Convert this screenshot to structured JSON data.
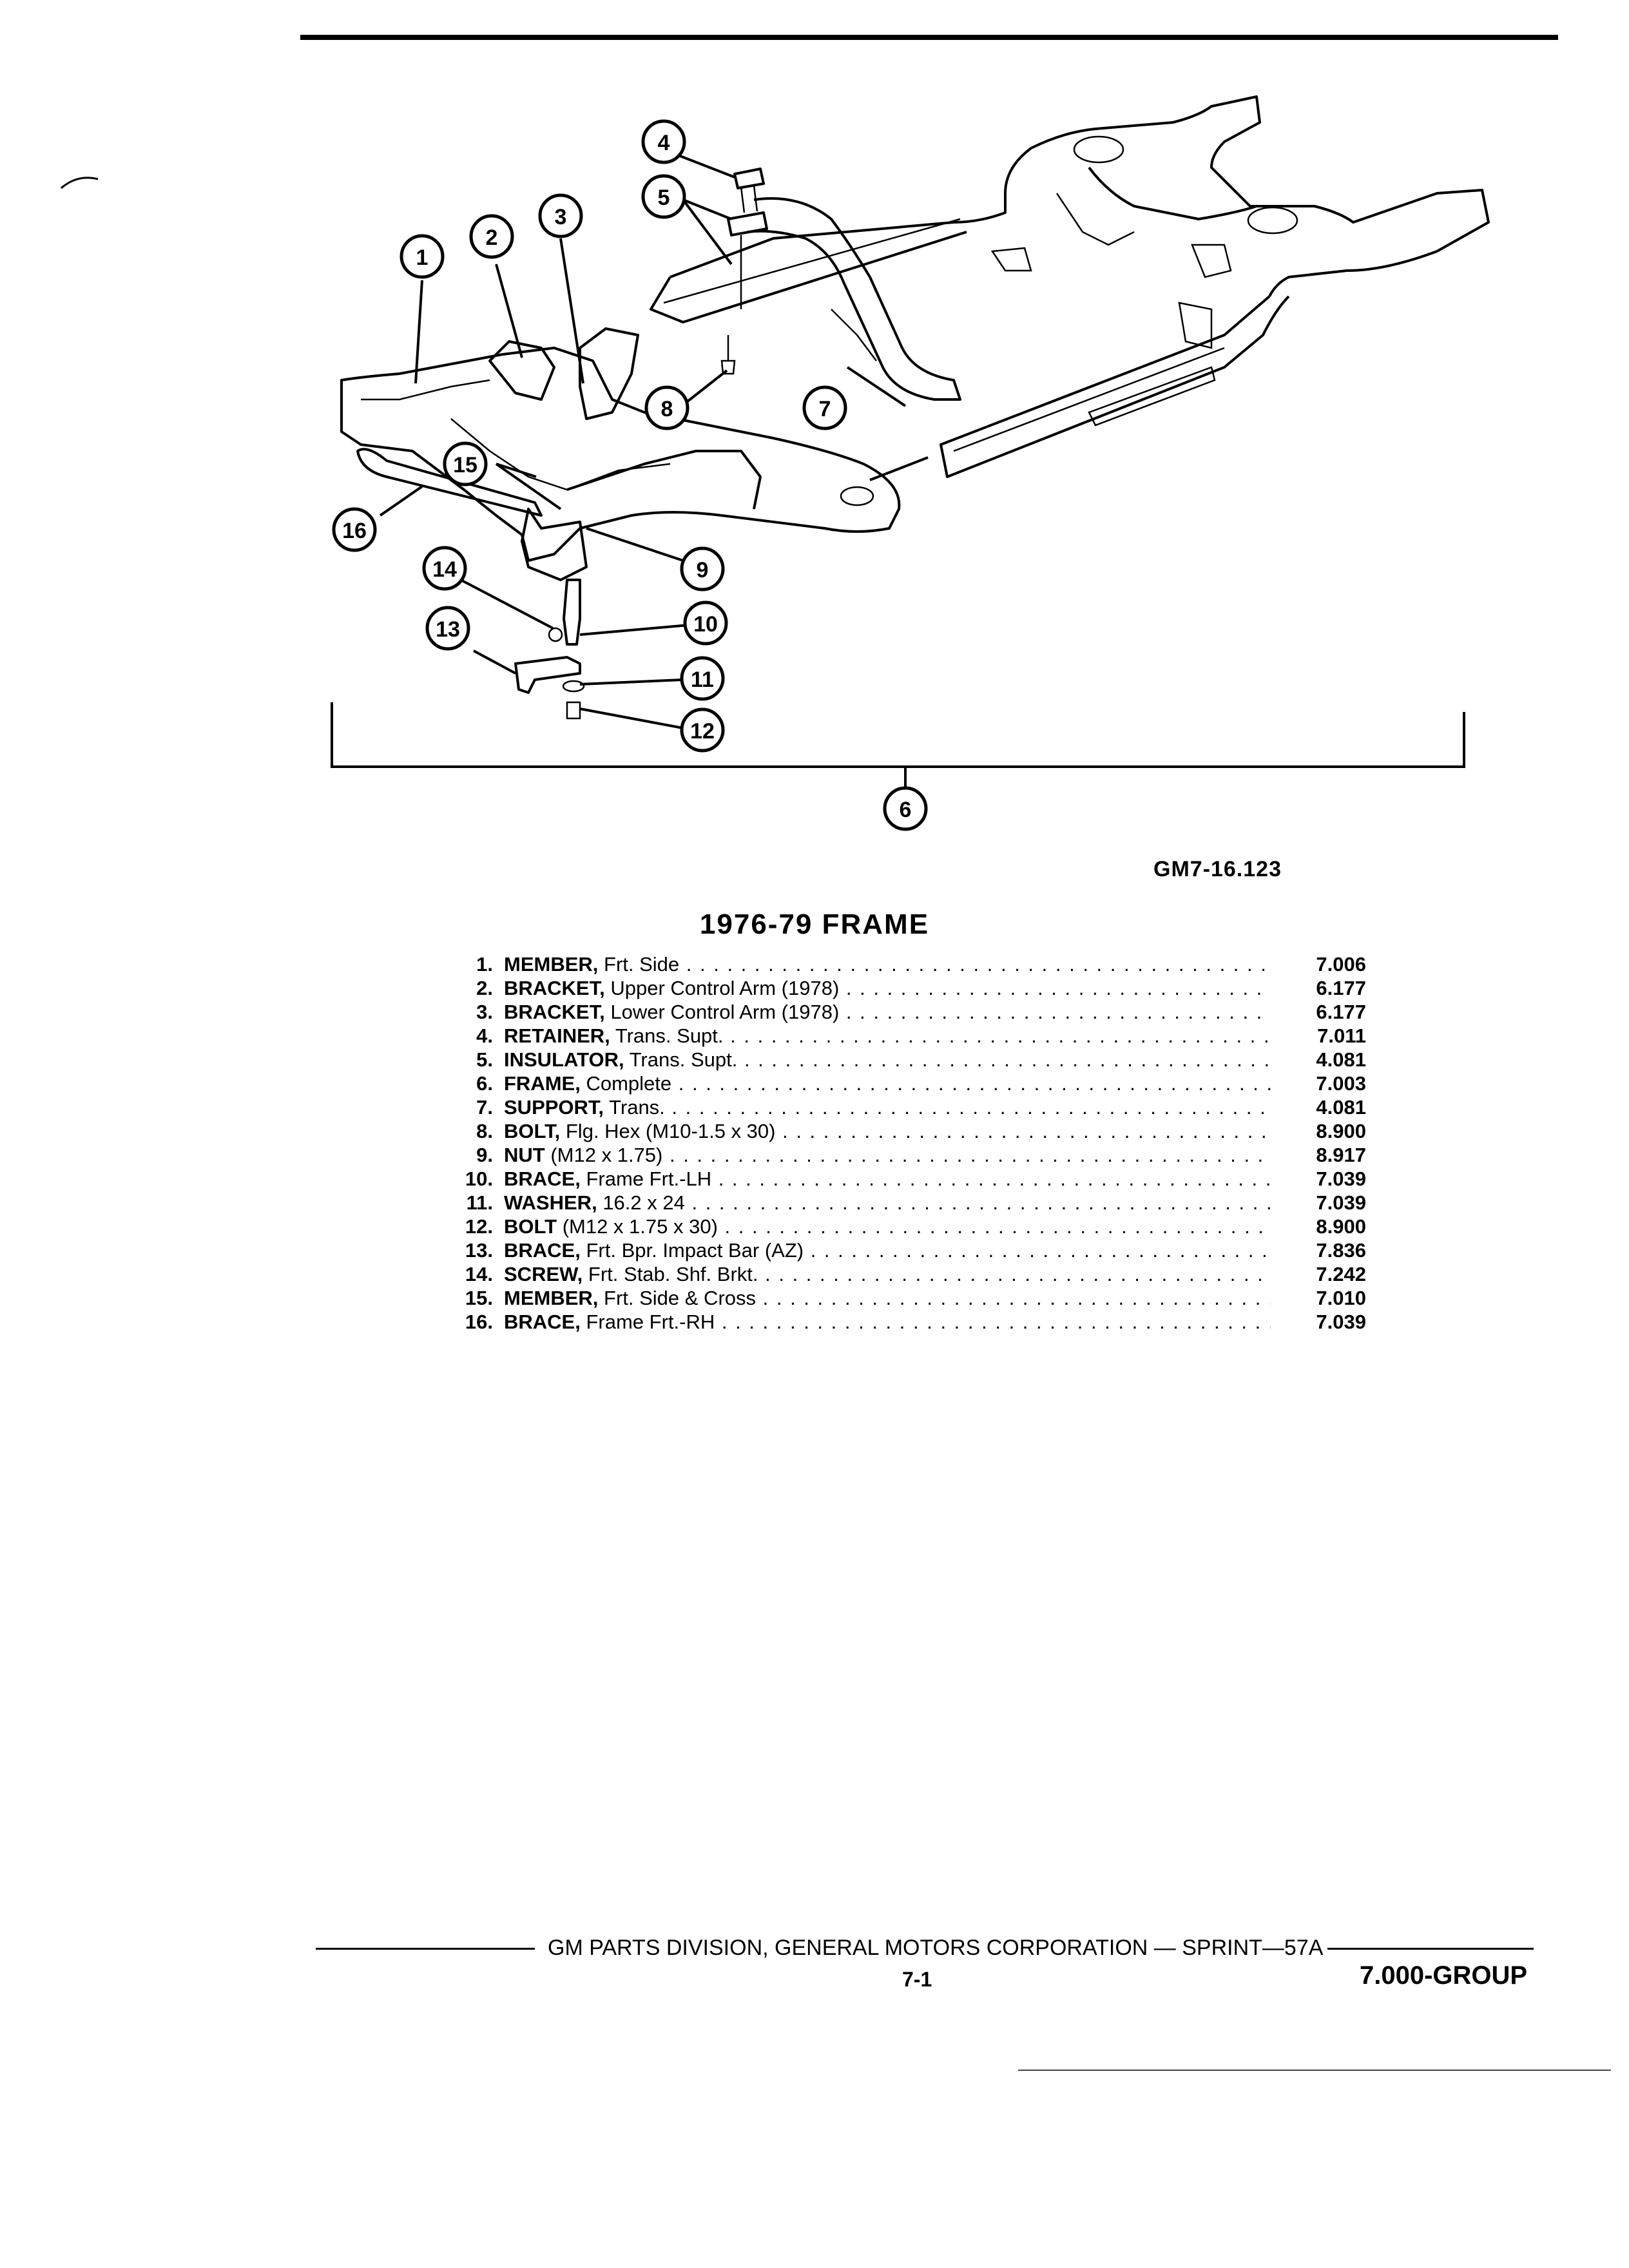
{
  "figure_code": "GM7-16.123",
  "title": "1976-79 FRAME",
  "callouts": [
    "1",
    "2",
    "3",
    "4",
    "5",
    "6",
    "7",
    "8",
    "9",
    "10",
    "11",
    "12",
    "13",
    "14",
    "15",
    "16"
  ],
  "parts": [
    {
      "num": "1.",
      "name": "MEMBER,",
      "desc": "Frt. Side",
      "group": "7.006"
    },
    {
      "num": "2.",
      "name": "BRACKET,",
      "desc": "Upper Control Arm (1978)",
      "group": "6.177"
    },
    {
      "num": "3.",
      "name": "BRACKET,",
      "desc": "Lower Control Arm (1978)",
      "group": "6.177"
    },
    {
      "num": "4.",
      "name": "RETAINER,",
      "desc": "Trans. Supt.",
      "group": "7.011"
    },
    {
      "num": "5.",
      "name": "INSULATOR,",
      "desc": "Trans. Supt.",
      "group": "4.081"
    },
    {
      "num": "6.",
      "name": "FRAME,",
      "desc": "Complete",
      "group": "7.003"
    },
    {
      "num": "7.",
      "name": "SUPPORT,",
      "desc": "Trans.",
      "group": "4.081"
    },
    {
      "num": "8.",
      "name": "BOLT,",
      "desc": "Flg. Hex (M10-1.5 x 30)",
      "group": "8.900"
    },
    {
      "num": "9.",
      "name": "NUT",
      "desc": "(M12 x 1.75)",
      "group": "8.917"
    },
    {
      "num": "10.",
      "name": "BRACE,",
      "desc": "Frame Frt.-LH",
      "group": "7.039"
    },
    {
      "num": "11.",
      "name": "WASHER,",
      "desc": "16.2 x 24",
      "group": "7.039"
    },
    {
      "num": "12.",
      "name": "BOLT",
      "desc": "(M12 x 1.75 x 30)",
      "group": "8.900"
    },
    {
      "num": "13.",
      "name": "BRACE,",
      "desc": "Frt. Bpr. Impact Bar (AZ)",
      "group": "7.836"
    },
    {
      "num": "14.",
      "name": "SCREW,",
      "desc": "Frt. Stab. Shf. Brkt.",
      "group": "7.242"
    },
    {
      "num": "15.",
      "name": "MEMBER,",
      "desc": "Frt. Side & Cross",
      "group": "7.010"
    },
    {
      "num": "16.",
      "name": "BRACE,",
      "desc": "Frame Frt.-RH",
      "group": "7.039"
    }
  ],
  "footer": {
    "publisher": "GM PARTS DIVISION, GENERAL MOTORS CORPORATION — SPRINT—57A",
    "page_number": "7-1",
    "group": "7.000-GROUP"
  }
}
